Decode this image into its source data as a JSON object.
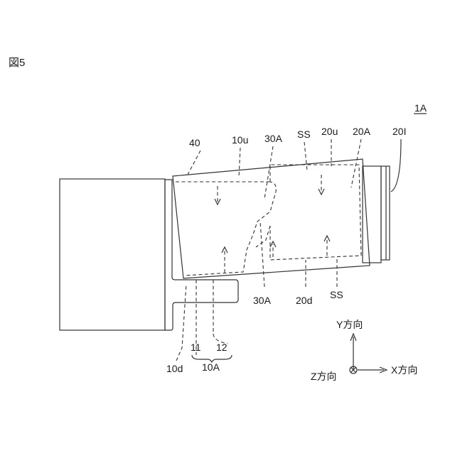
{
  "figure": {
    "label": "図5",
    "ref_main": "1A",
    "ref_labels": {
      "l40": "40",
      "l10u": "10u",
      "l30A_top": "30A",
      "lSS_top": "SS",
      "l20u": "20u",
      "l20A": "20A",
      "l20I": "20I",
      "l30A_bottom": "30A",
      "l20d": "20d",
      "lSS_bottom": "SS",
      "l10d": "10d",
      "l11": "11",
      "l12": "12",
      "l10A": "10A"
    },
    "axes": {
      "y": "Y方向",
      "x": "X方向",
      "z": "Z方向"
    }
  }
}
